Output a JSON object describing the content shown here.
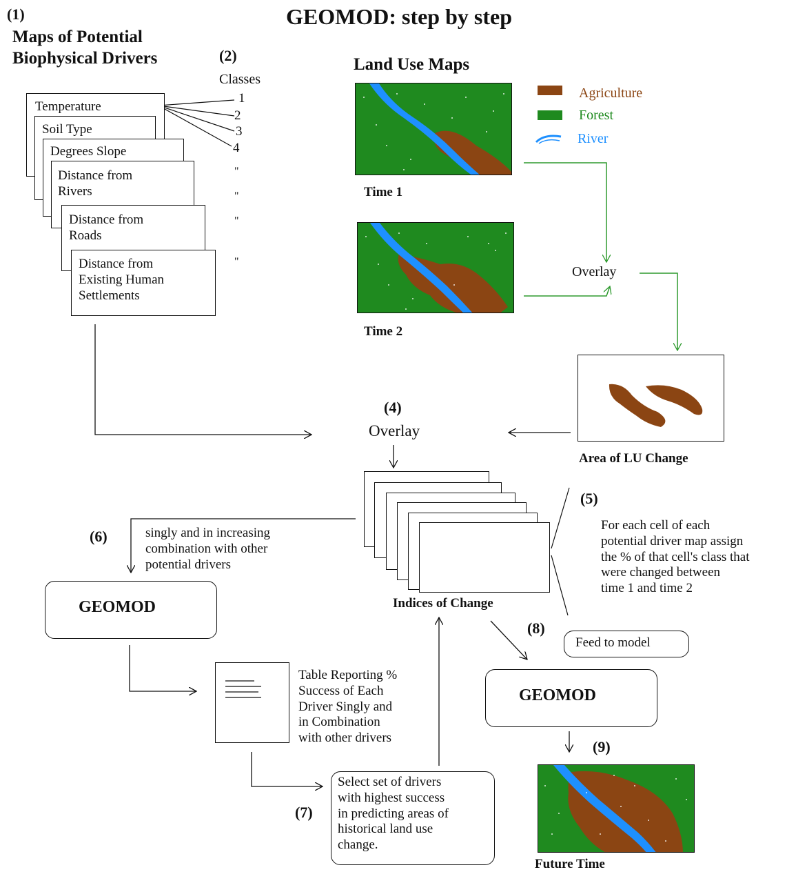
{
  "title": "GEOMOD: step by step",
  "steps": {
    "s1": "(1)",
    "s2": "(2)",
    "s4": "(4)",
    "s5": "(5)",
    "s6": "(6)",
    "s7": "(7)",
    "s8": "(8)",
    "s9": "(9)"
  },
  "drivers": {
    "heading_line1": "Maps of Potential",
    "heading_line2": "Biophysical Drivers",
    "classes_label": "Classes",
    "class_numbers": [
      "1",
      "2",
      "3",
      "4"
    ],
    "ditto_marks": [
      "\"",
      "\"",
      "\"",
      "\""
    ],
    "maps": [
      "Temperature",
      "Soil Type",
      "Degrees Slope",
      "Distance from\nRivers",
      "Distance from\nRoads",
      "Distance from\nExisting Human\nSettlements"
    ]
  },
  "land_use": {
    "heading": "Land Use Maps",
    "legend": [
      {
        "label": "Agriculture",
        "color": "#8b4513"
      },
      {
        "label": "Forest",
        "color": "#228b22"
      },
      {
        "label": "River",
        "color": "#1e90ff"
      }
    ],
    "time1_label": "Time 1",
    "time2_label": "Time 2",
    "overlay_label": "Overlay",
    "change_label": "Area of LU Change"
  },
  "indices": {
    "overlay_label": "Overlay",
    "label": "Indices of Change",
    "step5_text": "For each cell of each\npotential driver map assign\nthe % of that cell's class that\nwere changed between\ntime 1 and time 2",
    "feed_label": "Feed to model"
  },
  "calibration": {
    "step6_text": "singly and in increasing\ncombination with other\npotential drivers",
    "geomod_label": "GEOMOD",
    "table_text": "Table Reporting %\nSuccess of Each\nDriver Singly and\nin Combination\nwith other drivers",
    "select_text": "Select set of drivers\nwith highest success\nin predicting areas of\nhistorical land use\nchange."
  },
  "prediction": {
    "geomod_label": "GEOMOD",
    "future_label": "Future Time"
  },
  "colors": {
    "forest": "#1f8a1f",
    "agriculture": "#8b4513",
    "river": "#1e90ff",
    "green_arrow": "#2e9a2e"
  }
}
